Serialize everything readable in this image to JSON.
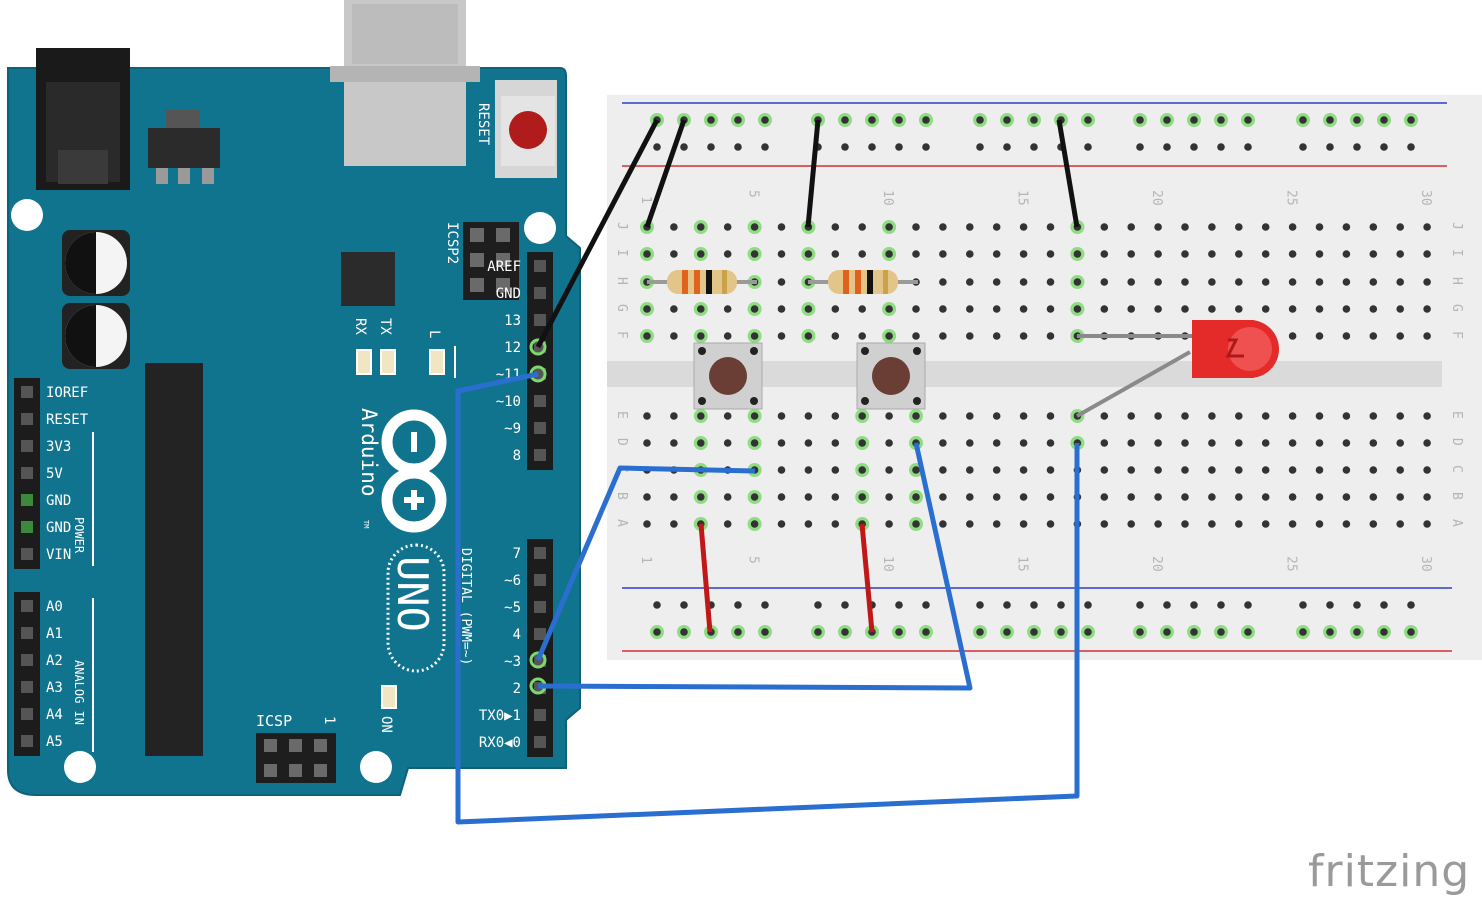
{
  "colors": {
    "board": "#11748f",
    "board_edge": "#0d6179",
    "breadboard": "#eeeeee",
    "wire_blue": "#2a6fd0",
    "wire_black": "#111111",
    "wire_red": "#c01818",
    "wire_grey": "#8a8a8a",
    "rail_red": "#d43030",
    "rail_blue": "#2c3ec9",
    "hole_active": "#7ed870",
    "led": "#e52a2a"
  },
  "arduino": {
    "reset_label": "RESET",
    "icsp2_label": "ICSP2",
    "icsp_label": "ICSP",
    "icsp_pin1": "1",
    "rx_label": "RX",
    "tx_label": "TX",
    "l_label": "L",
    "on_label": "ON",
    "brand": "Arduino",
    "tm": "TM",
    "model": "UNO",
    "digital_label": "DIGITAL (PWM=~)",
    "power_label": "POWER",
    "analog_label": "ANALOG IN",
    "header_top_labels": [
      "AREF",
      "GND",
      "13",
      "12",
      "~11",
      "~10",
      "~9",
      "8"
    ],
    "header_bottom_labels": [
      "7",
      "~6",
      "~5",
      "4",
      "~3",
      "2",
      "TX0▶1",
      "RX0◀0"
    ],
    "power_labels": [
      "IOREF",
      "RESET",
      "3V3",
      "5V",
      "GND",
      "GND",
      "VIN"
    ],
    "analog_labels": [
      "A0",
      "A1",
      "A2",
      "A3",
      "A4",
      "A5"
    ]
  },
  "breadboard": {
    "column_numbers": [
      "1",
      "5",
      "10",
      "15",
      "20",
      "25",
      "30"
    ],
    "top_rows": [
      "J",
      "I",
      "H",
      "G",
      "F"
    ],
    "bottom_rows": [
      "E",
      "D",
      "C",
      "B",
      "A"
    ]
  },
  "watermark": "fritzing"
}
